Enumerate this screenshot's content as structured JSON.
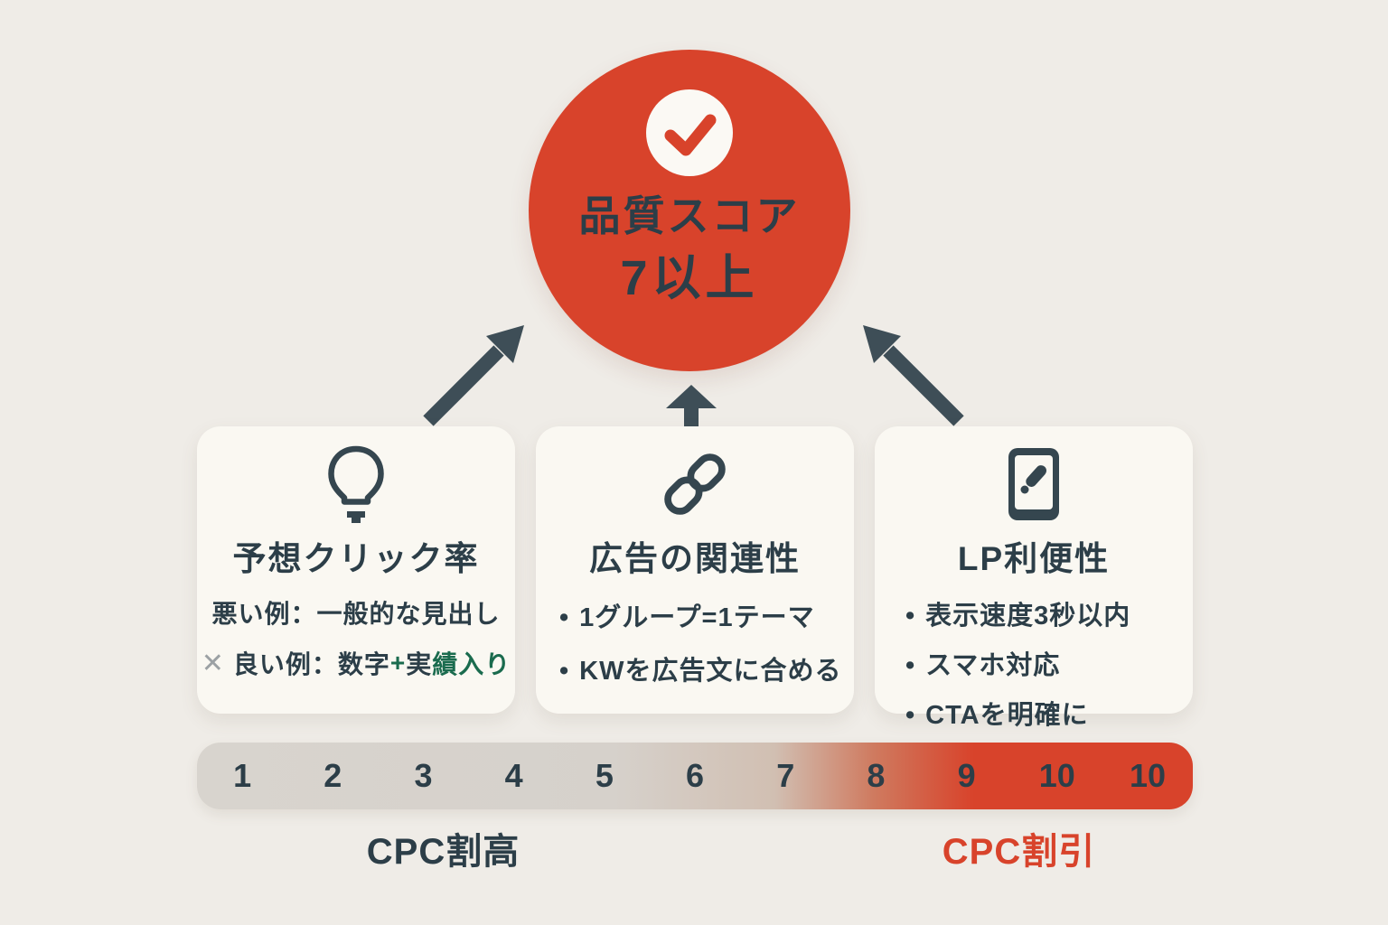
{
  "goal_circle": {
    "line1": "品質スコア",
    "line2": "7以上"
  },
  "cards": [
    {
      "title": "予想クリック率",
      "bad_example": "悪い例：一般的な見出し",
      "good_example": {
        "p1": "良い例：数字",
        "p2": "+",
        "p3": "実",
        "p4": "績入り"
      }
    },
    {
      "title": "広告の関連性",
      "bullets": [
        "1グループ=1テーマ",
        "KWを広告文に合める"
      ]
    },
    {
      "title": "LP利便性",
      "bullets": [
        "表示速度3秒以内",
        "スマホ対応",
        "CTAを明確に"
      ]
    }
  ],
  "scale": {
    "numbers": [
      "1",
      "2",
      "3",
      "4",
      "5",
      "6",
      "7",
      "8",
      "9",
      "10",
      "10"
    ],
    "left_label": "CPC割高",
    "right_label": "CPC割引"
  },
  "markers": {
    "bullet": "•",
    "cross": "✕"
  },
  "icons": {
    "check": "check-icon",
    "lightbulb": "lightbulb-icon",
    "link": "chain-link-icon",
    "smartphone": "smartphone-pen-icon",
    "arrows": [
      "arrow-up-right-icon",
      "arrow-up-icon",
      "arrow-up-left-icon"
    ]
  },
  "colors": {
    "background": "#EFECE7",
    "card_background": "#FAF8F2",
    "accent_red": "#D8432B",
    "dark_slate": "#2C3E48",
    "green": "#1A6B4E",
    "cross_gray": "#9CA1A4",
    "scale_gray": "#D8D4CE"
  }
}
